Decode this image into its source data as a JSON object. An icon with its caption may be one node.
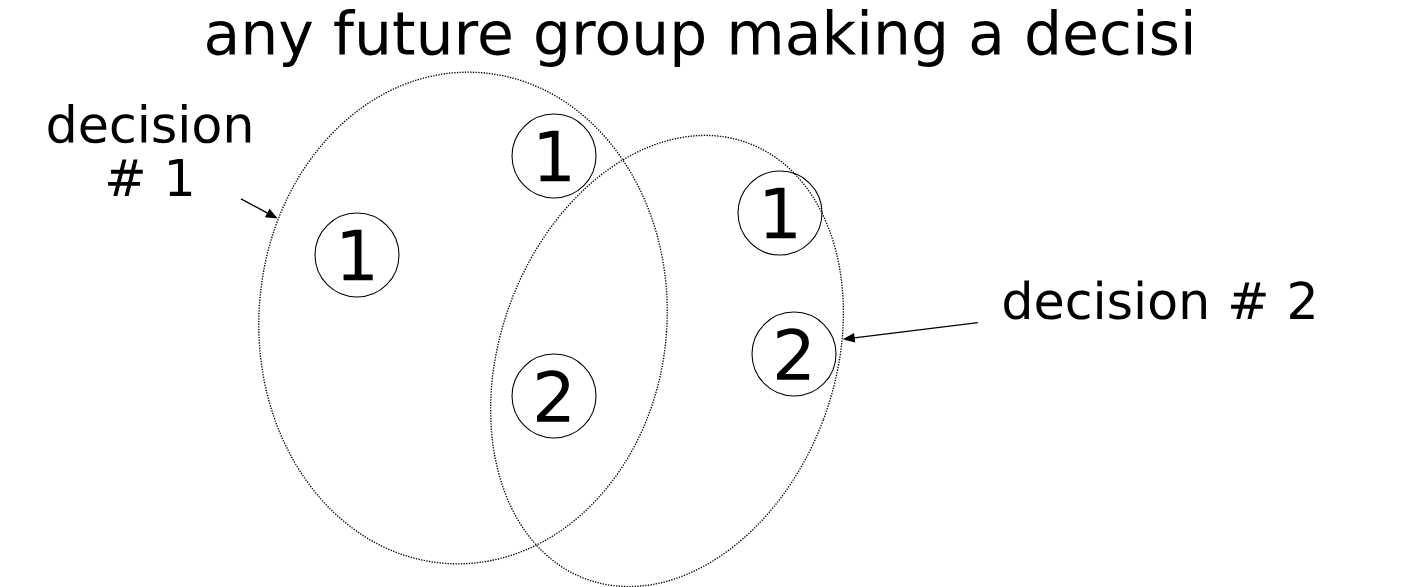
{
  "diagram": {
    "title": "any future group making a decisi",
    "nodes": [
      {
        "text": [
          "decision # 1"
        ]
      },
      {
        "text": [],
        "shape": "ellipse"
      },
      {
        "text": [
          "1"
        ],
        "in": 1
      },
      {
        "text": [
          "1"
        ],
        "in": 1
      },
      {
        "text": [
          "2"
        ]
      },
      {
        "text": [],
        "shape": "ellipse"
      },
      {
        "text": [
          "1"
        ],
        "in": 5
      },
      {
        "text": [
          "2"
        ],
        "in": 5
      },
      {
        "text": [
          "decision # 2"
        ]
      }
    ],
    "edges": [
      {
        "from": 0,
        "to": 1,
        "arrow": "to"
      },
      {
        "from": 8,
        "to": 5,
        "arrow": "to"
      }
    ]
  }
}
